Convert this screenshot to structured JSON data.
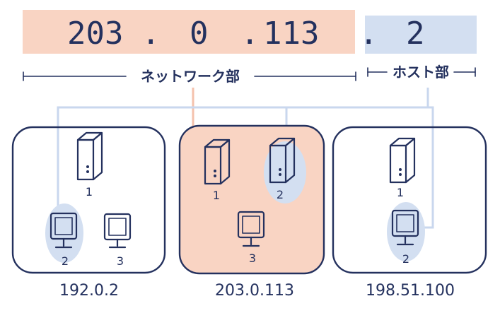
{
  "address": {
    "octet1": "203",
    "dot1": ".",
    "octet2": "0",
    "dot2": ".",
    "octet3": "113",
    "dot3": ".",
    "octet4": "2",
    "network_color": "#f9d4c3",
    "host_color": "#d3dff1"
  },
  "ranges": {
    "network_label": "ネットワーク部",
    "host_label": "ホスト部"
  },
  "networks": [
    {
      "address": "192.0.2",
      "devices": [
        {
          "kind": "server",
          "label": "1"
        },
        {
          "kind": "monitor",
          "label": "2",
          "highlighted": true
        },
        {
          "kind": "monitor",
          "label": "3"
        }
      ]
    },
    {
      "address": "203.0.113",
      "highlighted": true,
      "devices": [
        {
          "kind": "server",
          "label": "1"
        },
        {
          "kind": "server",
          "label": "2",
          "highlighted": true
        },
        {
          "kind": "monitor",
          "label": "3"
        }
      ]
    },
    {
      "address": "198.51.100",
      "devices": [
        {
          "kind": "server",
          "label": "1"
        },
        {
          "kind": "monitor",
          "label": "2",
          "highlighted": true
        }
      ]
    }
  ],
  "colors": {
    "ink": "#24315e",
    "network_fill": "#f9d4c3",
    "host_fill": "#d3dff1",
    "link_blue": "#c9d7ee",
    "link_orange": "#f4c2ac"
  }
}
